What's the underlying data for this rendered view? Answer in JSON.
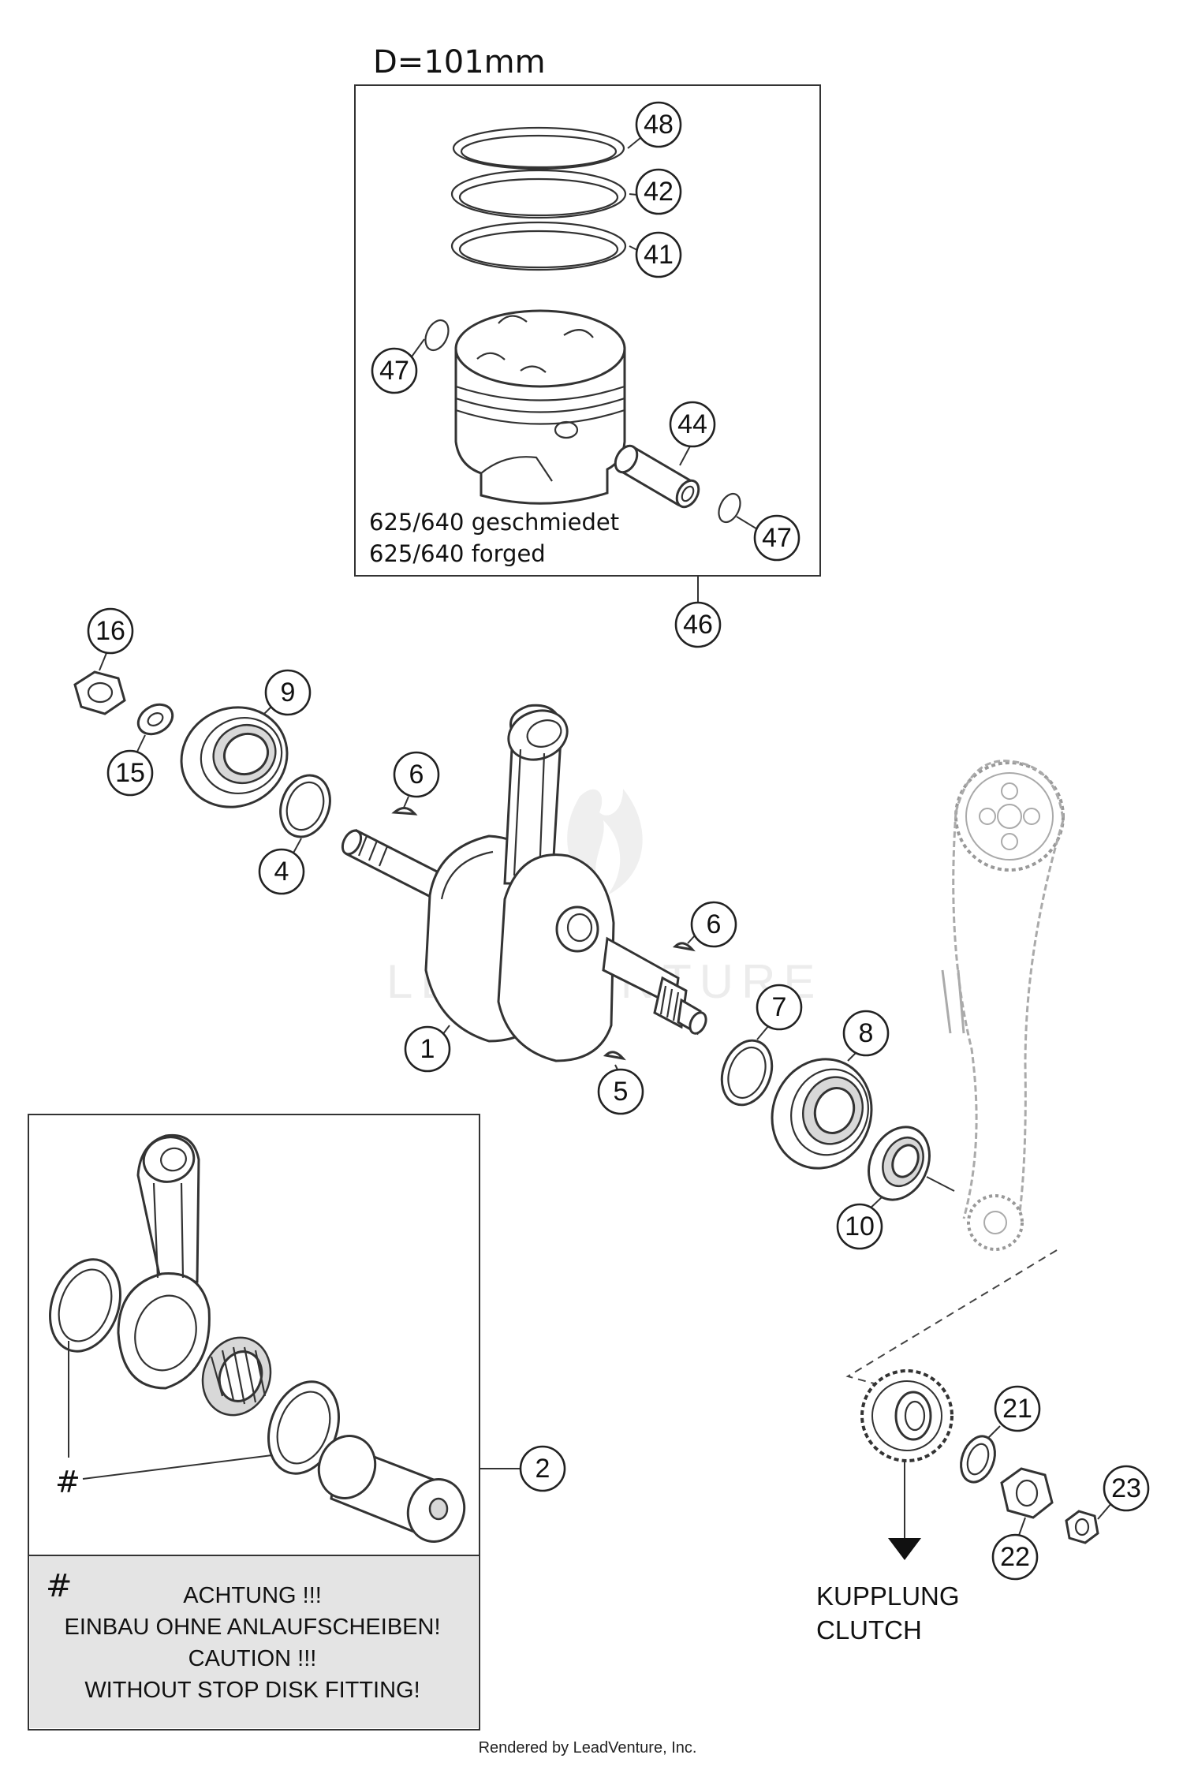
{
  "piston_box": {
    "diameter_label": "D=101mm",
    "variant_lines": [
      "625/640  geschmiedet",
      "625/640  forged"
    ]
  },
  "part_labels": [
    {
      "id": "48",
      "role": "piston-ring-top"
    },
    {
      "id": "42",
      "role": "piston-ring-middle"
    },
    {
      "id": "41",
      "role": "piston-ring-oil"
    },
    {
      "id": "47",
      "role": "circlip-left"
    },
    {
      "id": "44",
      "role": "piston-pin"
    },
    {
      "id": "47",
      "role": "circlip-right"
    },
    {
      "id": "46",
      "role": "piston-assembly"
    },
    {
      "id": "16",
      "role": "nut"
    },
    {
      "id": "15",
      "role": "washer"
    },
    {
      "id": "9",
      "role": "bearing-left"
    },
    {
      "id": "4",
      "role": "shim-left"
    },
    {
      "id": "6",
      "role": "key-left"
    },
    {
      "id": "6",
      "role": "key-right"
    },
    {
      "id": "1",
      "role": "crankshaft"
    },
    {
      "id": "5",
      "role": "woodruff-key"
    },
    {
      "id": "7",
      "role": "shim-right"
    },
    {
      "id": "8",
      "role": "bearing-right"
    },
    {
      "id": "10",
      "role": "shaft-seal"
    },
    {
      "id": "2",
      "role": "connecting-rod-kit"
    },
    {
      "id": "21",
      "role": "lock-washer"
    },
    {
      "id": "22",
      "role": "gear-nut"
    },
    {
      "id": "23",
      "role": "small-nut"
    }
  ],
  "conrod_box": {
    "hash_symbol": "#",
    "note_lines": [
      "ACHTUNG !!!",
      "EINBAU OHNE ANLAUFSCHEIBEN!",
      "CAUTION !!!",
      "WITHOUT STOP DISK FITTING!"
    ]
  },
  "clutch_caption": [
    "KUPPLUNG",
    "CLUTCH"
  ],
  "watermark": "LEADVENTURE",
  "credit": "Rendered by LeadVenture, Inc."
}
